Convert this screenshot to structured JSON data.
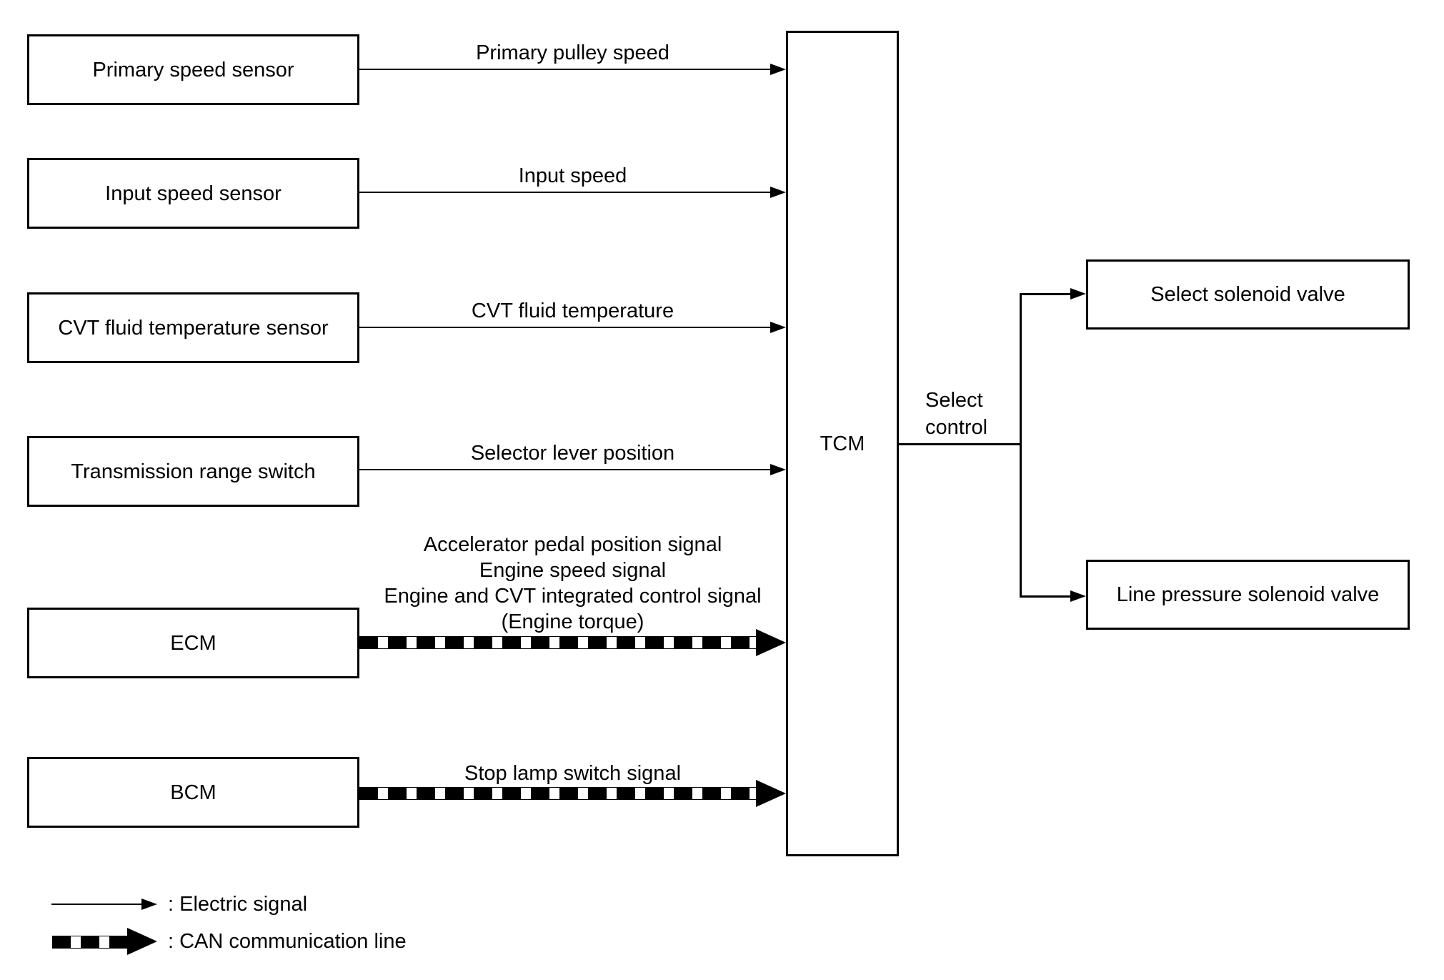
{
  "diagram": {
    "tcm": {
      "label": "TCM"
    },
    "select_control_label": "Select control",
    "sources": [
      {
        "label": "Primary speed sensor",
        "signal": "Primary pulley speed",
        "signal_type": "electric"
      },
      {
        "label": "Input speed sensor",
        "signal": "Input speed",
        "signal_type": "electric"
      },
      {
        "label": "CVT fluid temperature sensor",
        "signal": "CVT fluid temperature",
        "signal_type": "electric"
      },
      {
        "label": "Transmission range switch",
        "signal": "Selector lever position",
        "signal_type": "electric"
      },
      {
        "label": "ECM",
        "signal_lines": [
          "Accelerator pedal position signal",
          "Engine speed signal",
          "Engine and CVT integrated control signal",
          "(Engine torque)"
        ],
        "signal_type": "can"
      },
      {
        "label": "BCM",
        "signal": "Stop lamp switch signal",
        "signal_type": "can"
      }
    ],
    "outputs": [
      {
        "label": "Select solenoid valve"
      },
      {
        "label": "Line pressure solenoid valve"
      }
    ],
    "legend": {
      "electric": ": Electric signal",
      "can": ": CAN communication line"
    },
    "colors": {
      "line": "#000000",
      "background": "#ffffff"
    }
  }
}
